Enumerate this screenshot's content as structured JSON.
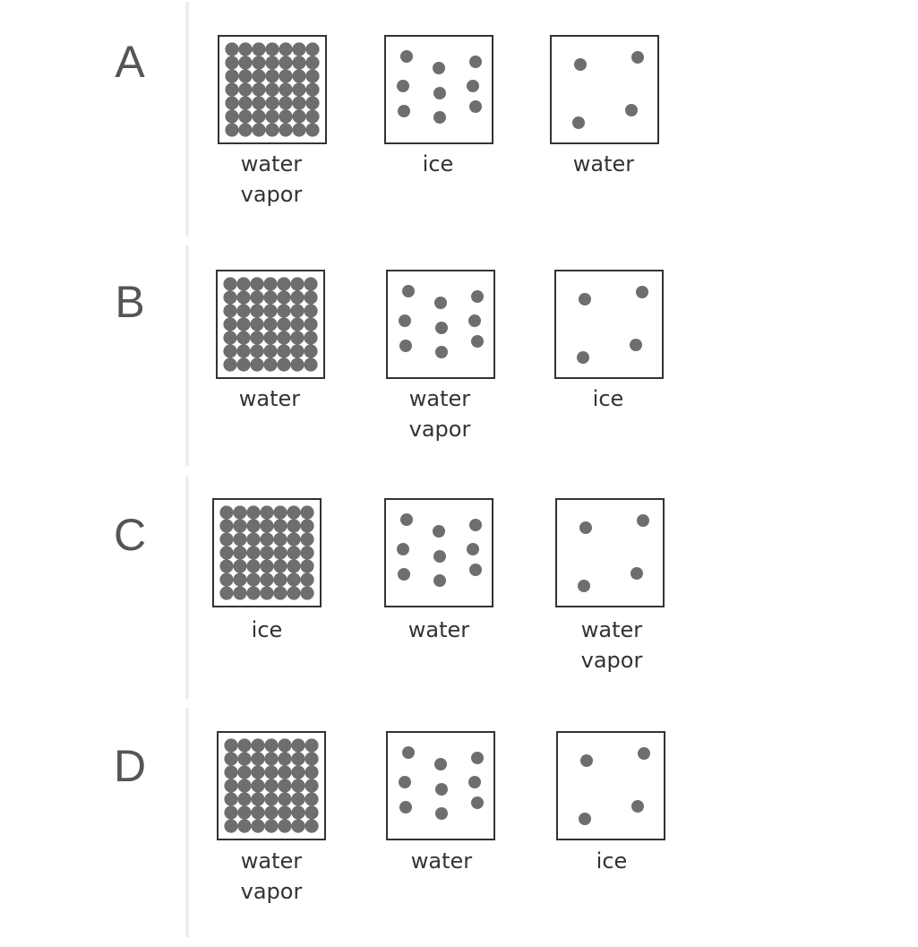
{
  "particle_color": "#6e6e6e",
  "rows": [
    {
      "letter": "A",
      "boxes": [
        {
          "pattern": "dense",
          "label": [
            "water",
            "vapor"
          ]
        },
        {
          "pattern": "medium",
          "label": [
            "ice"
          ]
        },
        {
          "pattern": "sparse",
          "label": [
            "water"
          ]
        }
      ]
    },
    {
      "letter": "B",
      "boxes": [
        {
          "pattern": "dense",
          "label": [
            "water"
          ]
        },
        {
          "pattern": "medium",
          "label": [
            "water",
            "vapor"
          ]
        },
        {
          "pattern": "sparse",
          "label": [
            "ice"
          ]
        }
      ]
    },
    {
      "letter": "C",
      "boxes": [
        {
          "pattern": "dense",
          "label": [
            "ice"
          ]
        },
        {
          "pattern": "medium",
          "label": [
            "water"
          ]
        },
        {
          "pattern": "sparse",
          "label": [
            "water",
            "vapor"
          ]
        }
      ]
    },
    {
      "letter": "D",
      "boxes": [
        {
          "pattern": "dense",
          "label": [
            "water",
            "vapor"
          ]
        },
        {
          "pattern": "medium",
          "label": [
            "water"
          ]
        },
        {
          "pattern": "sparse",
          "label": [
            "ice"
          ]
        }
      ]
    }
  ]
}
